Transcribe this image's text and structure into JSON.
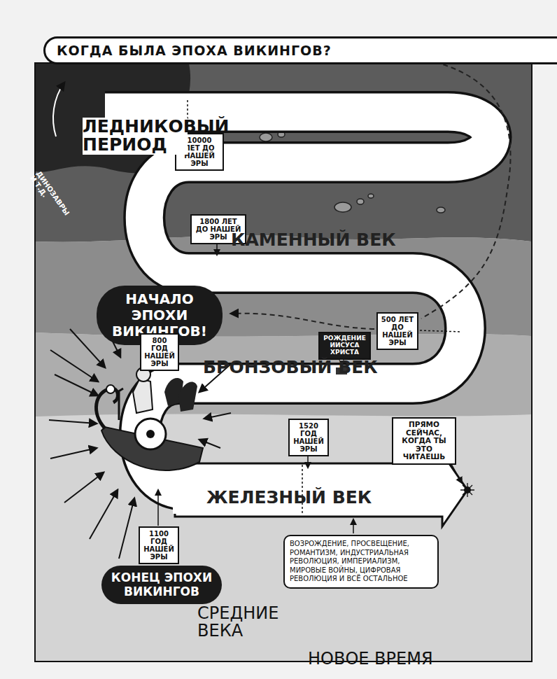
{
  "diagram": {
    "title": "КОГДА БЫЛА ЭПОХА ВИКИНГОВ?",
    "nodes": [
      {
        "text": [
          "10000 ЛЕТ ДО НАШЕЙ ЭРЫ"
        ]
      },
      {
        "text": [
          "1800 ЛЕТ ДО НАШЕЙ ЭРЫ"
        ]
      },
      {
        "text": [
          "НАЧАЛО ЭПОХИ ВИКИНГОВ!"
        ]
      },
      {
        "text": [
          "800 ГОД НАШЕЙ ЭРЫ"
        ]
      },
      {
        "text": [
          "РОЖДЕНИЕ ИИСУСА ХРИСТА"
        ]
      },
      {
        "text": [
          "500 ЛЕТ ДО НАШЕЙ ЭРЫ"
        ]
      },
      {
        "text": [
          "1520 ГОД НАШЕЙ ЭРЫ"
        ]
      },
      {
        "text": [
          "ПРЯМО СЕЙЧАС, КОГДА ТЫ ЭТО ЧИТАЕШЬ"
        ]
      },
      {
        "text": [
          "ВОЗРОЖДЕНИЕ, ПРОСВЕЩЕНИЕ, РОМАНТИЗМ, ИНДУСТРИАЛЬНАЯ РЕВОЛЮЦИЯ, ИМПЕРИАЛИЗМ, МИРОВЫЕ ВОЙНЫ, ЦИФРОВАЯ РЕВОЛЮЦИЯ И ВСЁ ОСТАЛЬНОЕ"
        ]
      },
      {
        "text": [
          "1100 ГОД НАШЕЙ ЭРЫ"
        ]
      },
      {
        "text": [
          "КОНЕЦ ЭПОХИ ВИКИНГОВ"
        ]
      }
    ],
    "labels": [
      "ЛЕДНИКОВЫЙ ПЕРИОД",
      "ДИНОЗАВРЫ И Т.Д.",
      "КАМЕННЫЙ ВЕК",
      "БРОНЗОВЫЙ ВЕК",
      "ЖЕЛЕЗНЫЙ ВЕК",
      "СРЕДНИЕ ВЕКА",
      "НОВОЕ ВРЕМЯ",
      "(бегущая точка времени)"
    ]
  }
}
